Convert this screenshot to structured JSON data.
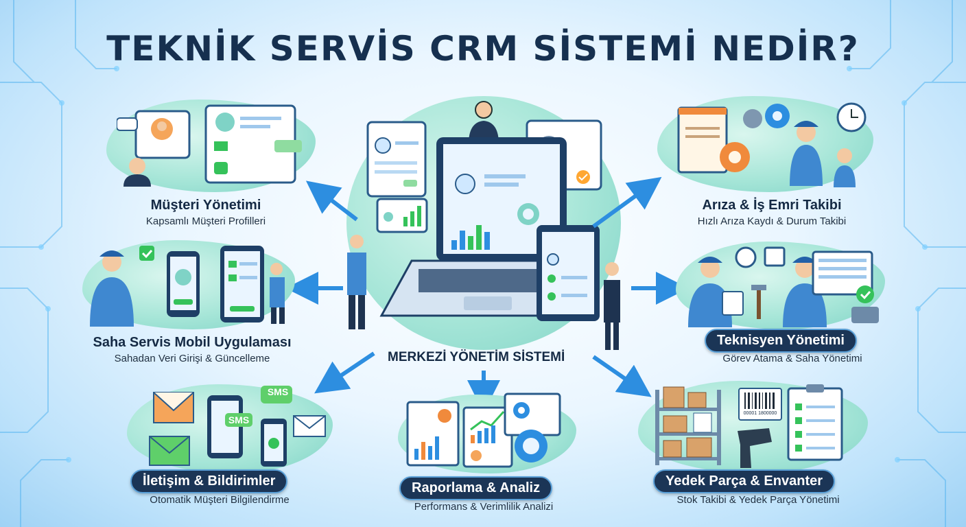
{
  "title": "TEKNİK SERVİS CRM SİSTEMİ NEDİR?",
  "center": {
    "label": "MERKEZİ YÖNETİM SİSTEMİ"
  },
  "features": {
    "musteri": {
      "title": "Müşteri Yönetimi",
      "subtitle": "Kapsamlı Müşteri Profilleri"
    },
    "ariza": {
      "title": "Arıza & İş Emri Takibi",
      "subtitle": "Hızlı Arıza Kaydı & Durum Takibi"
    },
    "saha": {
      "title": "Saha Servis Mobil Uygulaması",
      "subtitle": "Sahadan Veri Girişi & Güncelleme"
    },
    "teknisyen": {
      "title": "Teknisyen Yönetimi",
      "subtitle": "Görev Atama & Saha Yönetimi"
    },
    "iletisim": {
      "title": "İletişim & Bildirimler",
      "subtitle": "Otomatik Müşteri Bilgilendirme"
    },
    "raporlama": {
      "title": "Raporlama & Analiz",
      "subtitle": "Performans & Verimlilik Analizi"
    },
    "yedek": {
      "title": "Yedek Parça & Envanter",
      "subtitle": "Stok Takibi & Yedek Parça Yönetimi"
    }
  },
  "art_text": {
    "sms1": "SMS",
    "sms2": "SMS",
    "barcode": "00001 1800000"
  },
  "colors": {
    "navy": "#16304f",
    "teal": "#7fd3c6",
    "accent_blue": "#2d8ee0",
    "green": "#35c25a",
    "orange": "#f08a3c"
  }
}
